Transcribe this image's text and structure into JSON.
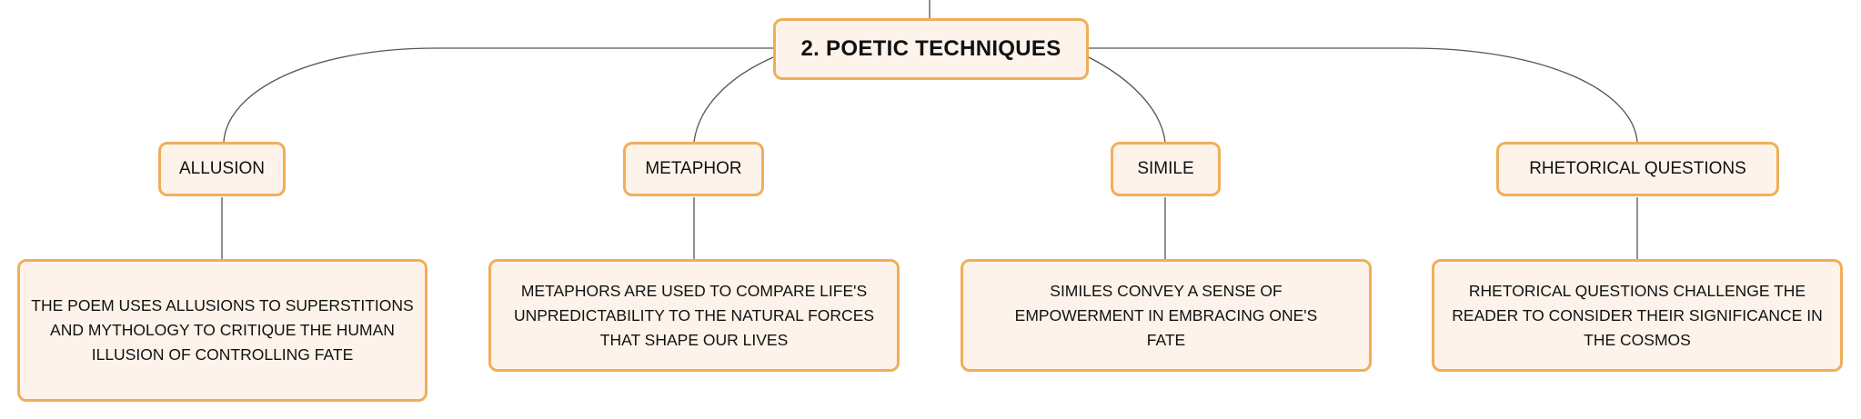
{
  "root": {
    "label": "2. POETIC TECHNIQUES"
  },
  "topics": [
    {
      "label": "ALLUSION",
      "detail": "THE POEM USES ALLUSIONS TO SUPERSTITIONS AND MYTHOLOGY TO CRITIQUE THE HUMAN ILLUSION OF CONTROLLING FATE"
    },
    {
      "label": "METAPHOR",
      "detail": "METAPHORS ARE USED TO COMPARE LIFE'S UNPREDICTABILITY TO THE NATURAL FORCES THAT SHAPE OUR LIVES"
    },
    {
      "label": "SIMILE",
      "detail": "SIMILES CONVEY A SENSE OF EMPOWERMENT IN EMBRACING ONE'S FATE"
    },
    {
      "label": "RHETORICAL QUESTIONS",
      "detail": "RHETORICAL QUESTIONS CHALLENGE THE READER TO CONSIDER THEIR SIGNIFICANCE IN THE COSMOS"
    }
  ],
  "colors": {
    "node_fill": "#fdf3ea",
    "node_border": "#f0ae5b",
    "connector": "#555555",
    "text": "#111111"
  }
}
